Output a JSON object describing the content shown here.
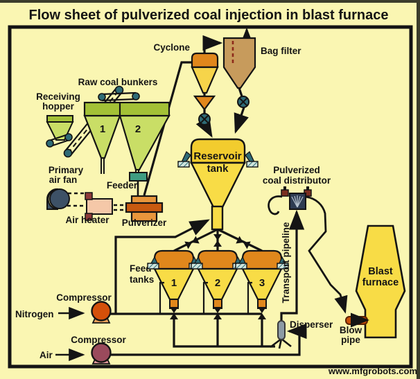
{
  "labels": {
    "title": "Flow sheet of pulverized coal injection in blast furnace",
    "receiving_hopper_1": "Receiving",
    "receiving_hopper_2": "hopper",
    "raw_coal_bunkers": "Raw coal bunkers",
    "bunker_1": "1",
    "bunker_2": "2",
    "primary_air_fan_1": "Primary",
    "primary_air_fan_2": "air fan",
    "feeder": "Feeder",
    "air_heater": "Air heater",
    "pulverizer": "Pulverizer",
    "cyclone": "Cyclone",
    "bag_filter": "Bag filter",
    "reservoir_tank_1": "Reservoir",
    "reservoir_tank_2": "tank",
    "coal_distributor_1": "Pulverized",
    "coal_distributor_2": "coal distributor",
    "feed_tanks_1": "Feed",
    "feed_tanks_2": "tanks",
    "tank_1": "1",
    "tank_2": "2",
    "tank_3": "3",
    "compressor_nitrogen": "Compressor",
    "nitrogen": "Nitrogen",
    "compressor_air": "Compressor",
    "air": "Air",
    "transport_pipeline": "Transport pipeline",
    "disperser": "Disperser",
    "blast_furnace_1": "Blast",
    "blast_furnace_2": "furnace",
    "blow_pipe_1": "Blow",
    "blow_pipe_2": "pipe",
    "watermark": "www.mfgrobots.com"
  },
  "colors": {
    "background": "#FAF6B2",
    "frame": "#141414",
    "pipe": "#141414",
    "hopper_green": "#C9DE66",
    "hopper_green_dark": "#A3C136",
    "teal": "#2E6B76",
    "feeder_teal": "#3E9C82",
    "fan_blue": "#3D5166",
    "heater_pink": "#F5C8A8",
    "heater_cap": "#8E3A3A",
    "pulverizer_orange": "#E8963C",
    "pulverizer_band": "#C85A10",
    "equipment_orange": "#E0871C",
    "tank_yellow": "#F8DC46",
    "reservoir_dome_yellow": "#F2CC2E",
    "bag_filter_tan": "#C79B5C",
    "distributor_navy": "#2E3C52",
    "distributor_red": "#7A2E20",
    "disperser_gray": "#8C9AA4",
    "compressor_orange": "#D4500A",
    "compressor_maroon": "#9A4A5C",
    "blow_pipe_orange": "#C8500A",
    "watermark": "#6E5A6E"
  }
}
